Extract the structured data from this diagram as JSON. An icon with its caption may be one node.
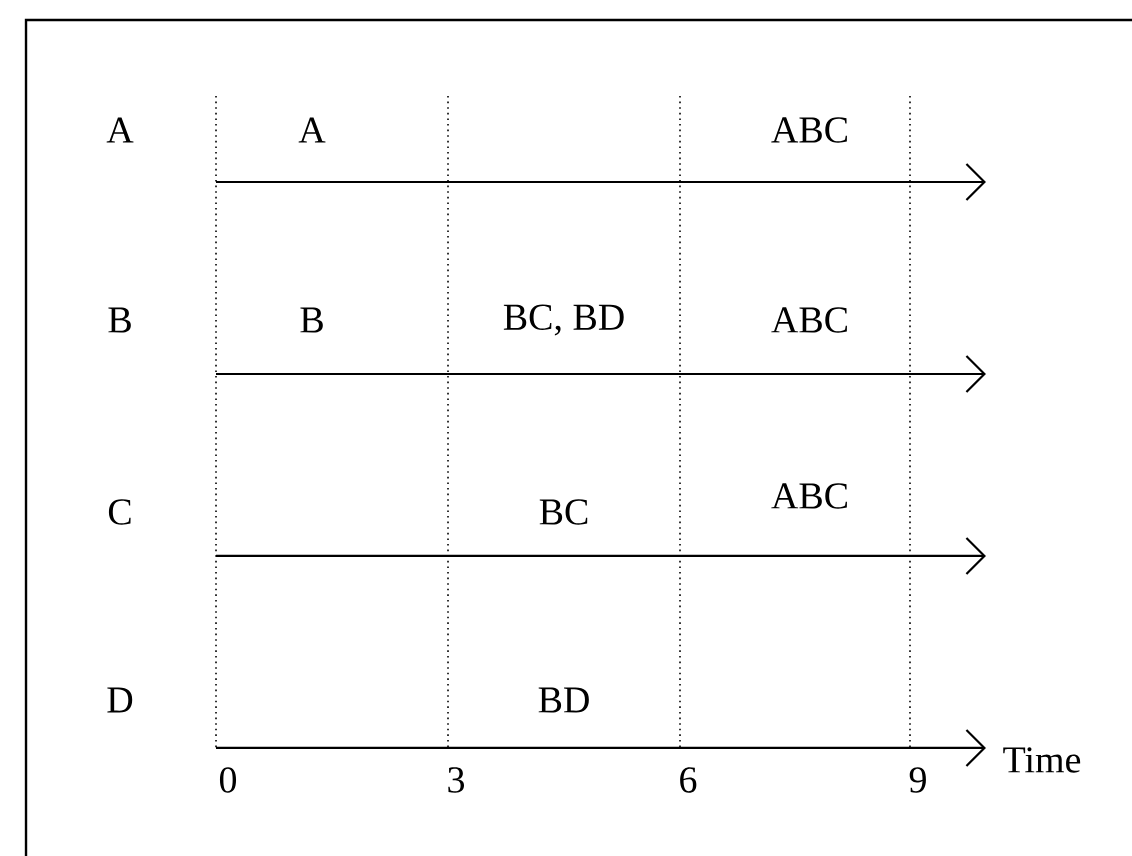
{
  "diagram": {
    "labels": [
      "A",
      "A",
      "ABC",
      "B",
      "B",
      "BC, BD",
      "ABC",
      "C",
      "BC",
      "ABC",
      "D",
      "BD",
      "0",
      "3",
      "6",
      "9",
      "Time"
    ]
  }
}
